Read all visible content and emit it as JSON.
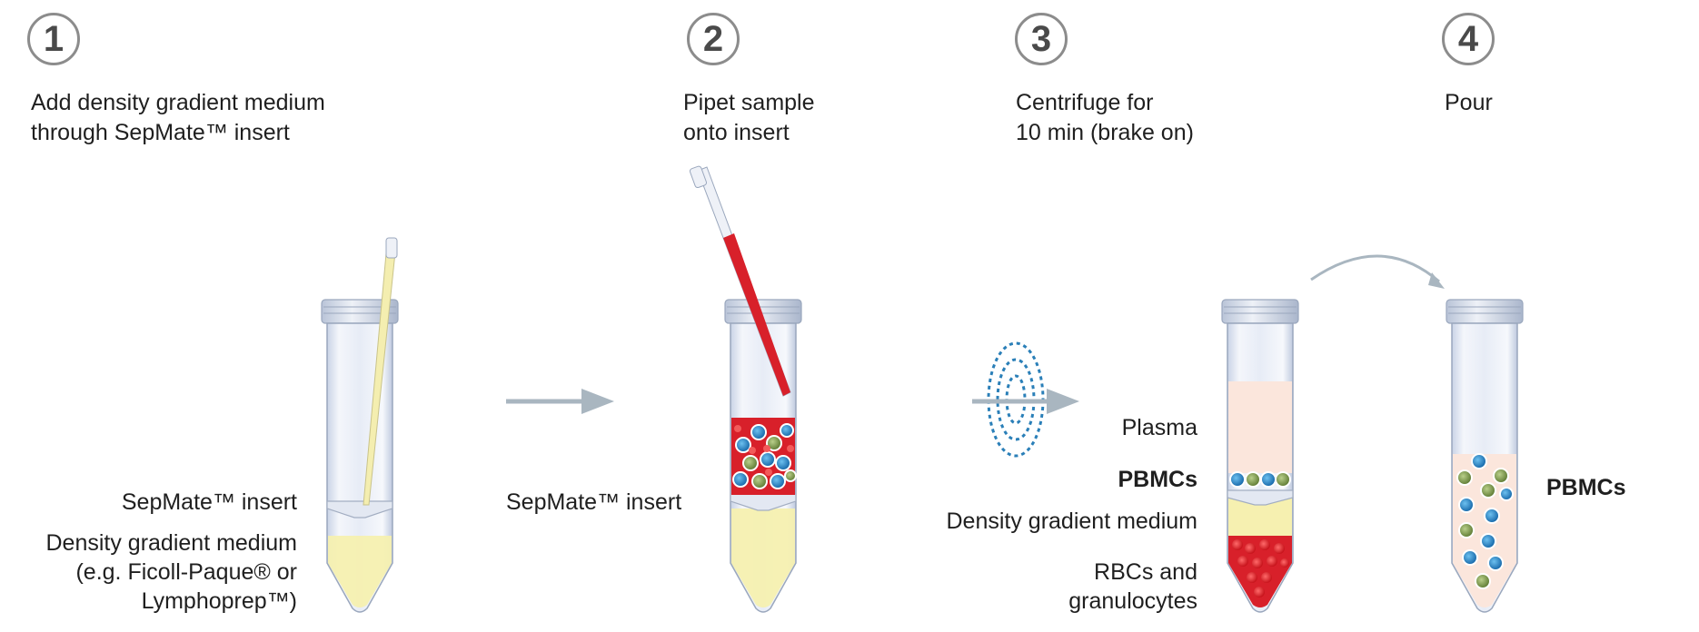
{
  "steps": [
    {
      "number": "1",
      "instruction_line1": "Add density gradient medium",
      "instruction_line2": "through SepMate™ insert"
    },
    {
      "number": "2",
      "instruction_line1": "Pipet sample",
      "instruction_line2": "onto insert"
    },
    {
      "number": "3",
      "instruction_line1": "Centrifuge for",
      "instruction_line2": "10 min (brake on)"
    },
    {
      "number": "4",
      "instruction_line1": "Pour"
    }
  ],
  "labels": {
    "tube1_insert": "SepMate™ insert",
    "tube1_medium_line1": "Density gradient medium",
    "tube1_medium_line2": "(e.g. Ficoll-Paque® or",
    "tube1_medium_line3": "Lymphoprep™)",
    "tube2_insert": "SepMate™  insert",
    "tube3_plasma": "Plasma",
    "tube3_pbmcs": "PBMCs",
    "tube3_medium": "Density gradient medium",
    "tube3_rbc_line1": "RBCs and",
    "tube3_rbc_line2": "granulocytes",
    "tube4_pbmcs": "PBMCs"
  },
  "colors": {
    "step_circle": "#8c8c8c",
    "arrow": "#a9b6c0",
    "medium_yellow": "#f6f0b0",
    "blood_red": "#d8202a",
    "plasma": "#fbe6dc",
    "lymphocyte_blue": "#1f8fd6",
    "monocyte_green": "#7c9a4a",
    "centrifuge_blue": "#2a7fb8"
  },
  "icons": [
    "centrifuge-icon",
    "pipette-icon",
    "pour-arrow-icon"
  ]
}
